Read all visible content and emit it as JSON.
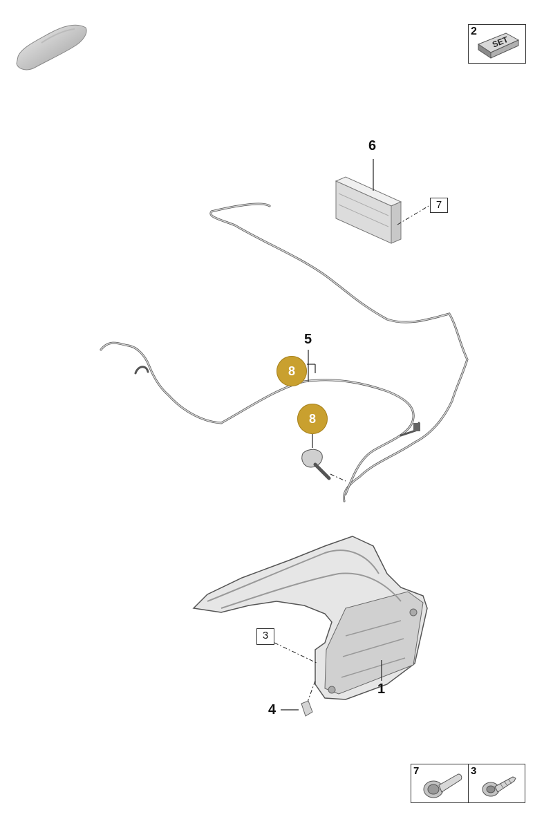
{
  "set_box": {
    "number": "2",
    "text": "SET"
  },
  "callouts": {
    "part_1": "1",
    "part_4": "4",
    "part_5": "5",
    "part_6": "6",
    "part_3_box": "3",
    "part_7_box": "7",
    "badge_upper": "8",
    "badge_lower": "8"
  },
  "fastener_legend": [
    {
      "number": "7"
    },
    {
      "number": "3"
    }
  ],
  "colors": {
    "badge": "#c9a02f",
    "line": "#222222",
    "part_fill": "#e4e4e4"
  }
}
